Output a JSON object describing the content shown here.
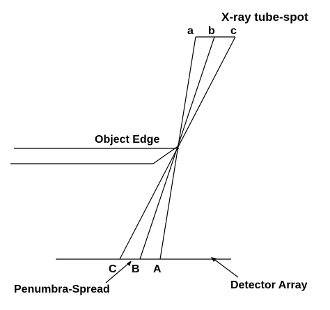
{
  "labels": {
    "tube_spot": "X-ray tube-spot",
    "spot_a": "a",
    "spot_b": "b",
    "spot_c": "c",
    "object_edge": "Object Edge",
    "point_C": "C",
    "point_B": "B",
    "point_A": "A",
    "penumbra": "Penumbra-Spread",
    "detector": "Detector Array"
  },
  "colors": {
    "ink": "#000000",
    "background": "#ffffff"
  }
}
